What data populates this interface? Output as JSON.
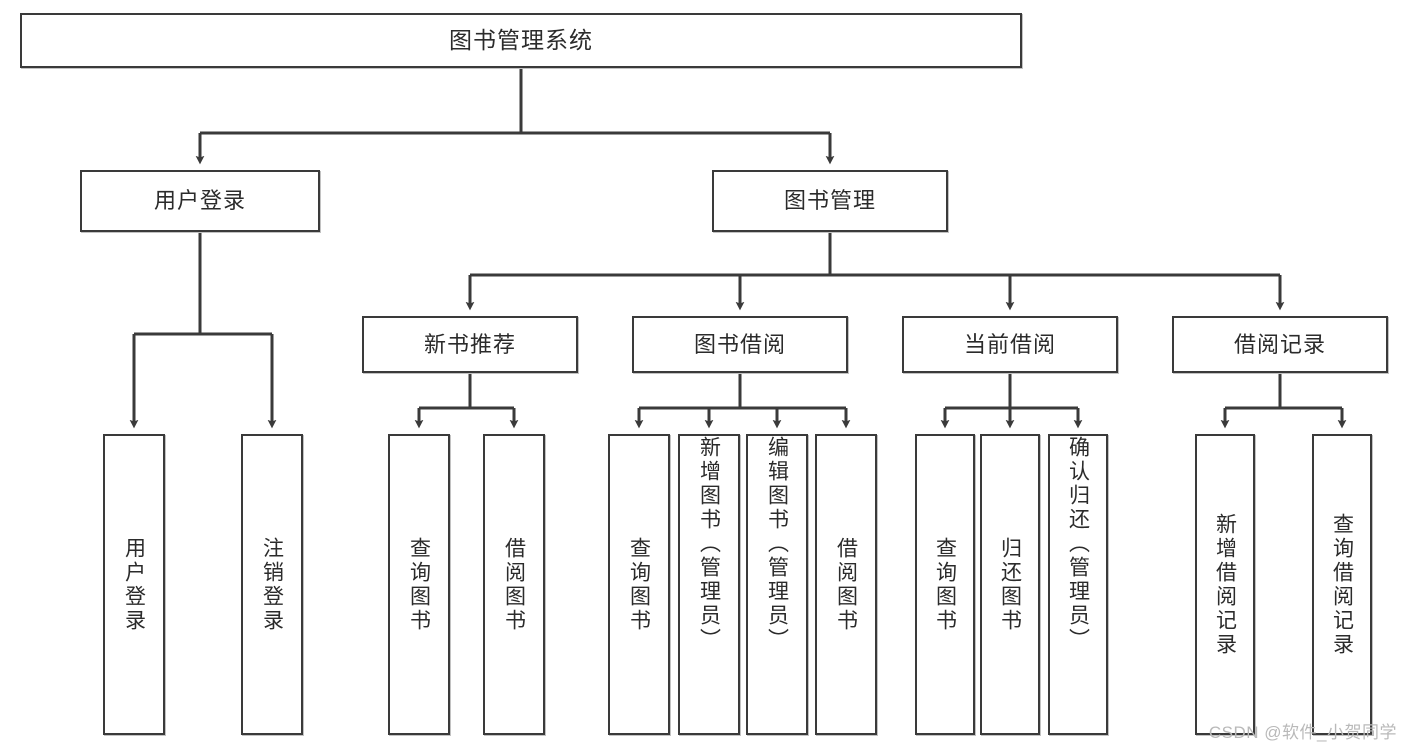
{
  "diagram": {
    "type": "tree",
    "title": "图书管理系统",
    "watermark": "CSDN @软件_小贺同学",
    "colors": {
      "border": "#3a3a3a",
      "background": "#ffffff",
      "text": "#2b2b2b",
      "edge": "#3a3a3a",
      "watermark": "#b9b9b9"
    },
    "nodes": {
      "root": {
        "label": "图书管理系统"
      },
      "level1": [
        {
          "label": "用户登录"
        },
        {
          "label": "图书管理"
        }
      ],
      "level2": [
        {
          "label": "新书推荐"
        },
        {
          "label": "图书借阅"
        },
        {
          "label": "当前借阅"
        },
        {
          "label": "借阅记录"
        }
      ],
      "leaves": {
        "user_login": [
          {
            "label": "用户登录"
          },
          {
            "label": "注销登录"
          }
        ],
        "new_book_recommend": [
          {
            "label": "查询图书"
          },
          {
            "label": "借阅图书"
          }
        ],
        "book_borrow": [
          {
            "label": "查询图书"
          },
          {
            "label": "新增图书（管理员）"
          },
          {
            "label": "编辑图书（管理员）"
          },
          {
            "label": "借阅图书"
          }
        ],
        "current_borrow": [
          {
            "label": "查询图书"
          },
          {
            "label": "归还图书"
          },
          {
            "label": "确认归还（管理员）"
          }
        ],
        "borrow_record": [
          {
            "label": "新增借阅记录"
          },
          {
            "label": "查询借阅记录"
          }
        ]
      }
    }
  }
}
